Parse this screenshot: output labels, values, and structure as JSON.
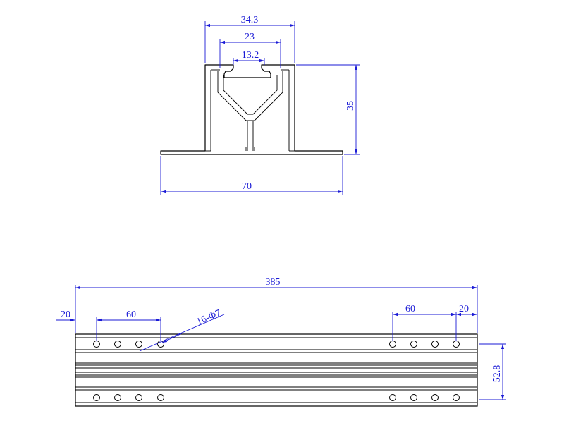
{
  "top_view": {
    "width_outer": "34.3",
    "width_mid": "23",
    "width_inner": "13.2",
    "height": "35",
    "base_width": "70"
  },
  "side_view": {
    "length": "385",
    "left_edge_offset": "20",
    "left_pitch": "60",
    "holes_note": "16-Φ7",
    "right_pitch": "60",
    "right_edge_offset": "20",
    "height": "52.8"
  },
  "colors": {
    "dimension": "#1a1ad6",
    "outline": "#000000"
  }
}
